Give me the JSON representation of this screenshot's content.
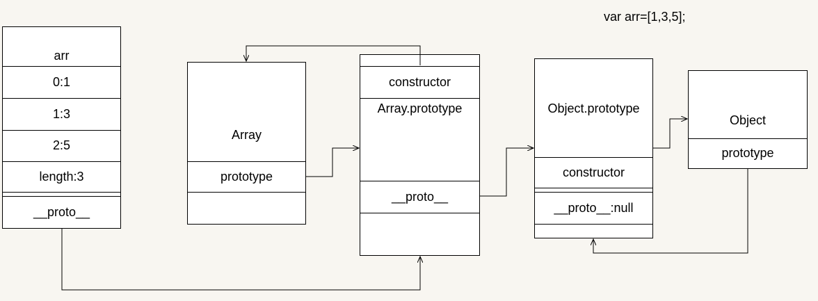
{
  "caption": "var arr=[1,3,5];",
  "arr_box": {
    "title": "arr",
    "items": [
      "0:1",
      "1:3",
      "2:5"
    ],
    "length": "length:3",
    "proto": "__proto__"
  },
  "array_box": {
    "title": "Array",
    "prototype": "prototype"
  },
  "array_prototype_box": {
    "constructor": "constructor",
    "title": "Array.prototype",
    "proto": "__proto__"
  },
  "object_prototype_box": {
    "title": "Object.prototype",
    "constructor": "constructor",
    "proto": "__proto__:null"
  },
  "object_box": {
    "title": "Object",
    "prototype": "prototype"
  }
}
